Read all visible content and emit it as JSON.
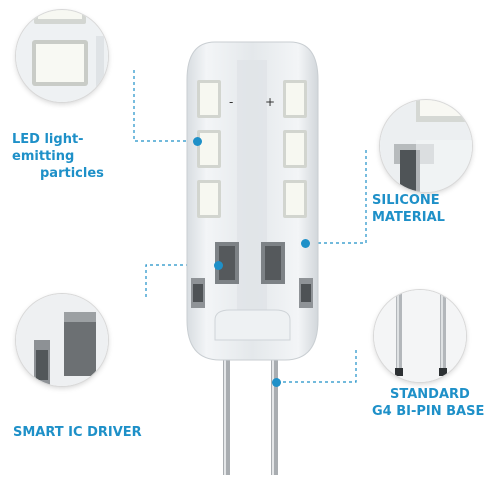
{
  "callouts": {
    "led": {
      "line1": "LED light-emitting",
      "line2": "particles"
    },
    "silicone": {
      "label": "SILICONE MATERIAL"
    },
    "driver": {
      "label": "SMART IC DRIVER"
    },
    "base": {
      "line1": "STANDARD",
      "line2": "G4 BI-PIN BASE"
    }
  },
  "bulb": {
    "minus_sign": "-",
    "plus_sign": "+"
  },
  "colors": {
    "accent": "#1e90c8",
    "silicone": "#e9edf0",
    "led_chip": "#f6f7f0",
    "pin": "#b8bcc0"
  }
}
